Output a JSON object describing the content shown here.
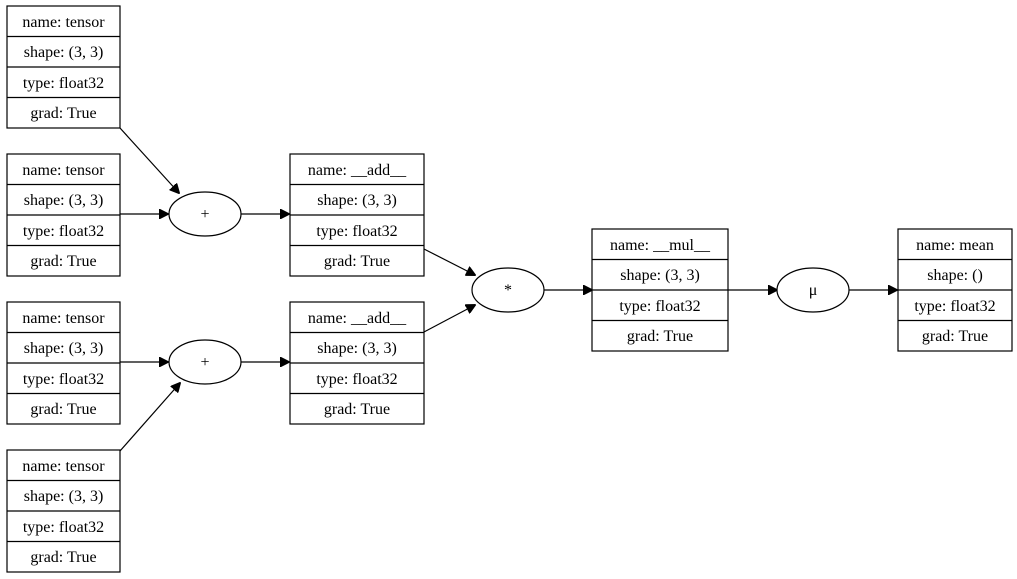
{
  "tensors": [
    {
      "name": "name: tensor",
      "shape": "shape: (3, 3)",
      "type": "type: float32",
      "grad": "grad: True"
    },
    {
      "name": "name: tensor",
      "shape": "shape: (3, 3)",
      "type": "type: float32",
      "grad": "grad: True"
    },
    {
      "name": "name: tensor",
      "shape": "shape: (3, 3)",
      "type": "type: float32",
      "grad": "grad: True"
    },
    {
      "name": "name: tensor",
      "shape": "shape: (3, 3)",
      "type": "type: float32",
      "grad": "grad: True"
    }
  ],
  "add_results": [
    {
      "name": "name: __add__",
      "shape": "shape: (3, 3)",
      "type": "type: float32",
      "grad": "grad: True"
    },
    {
      "name": "name: __add__",
      "shape": "shape: (3, 3)",
      "type": "type: float32",
      "grad": "grad: True"
    }
  ],
  "mul_result": {
    "name": "name: __mul__",
    "shape": "shape: (3, 3)",
    "type": "type: float32",
    "grad": "grad: True"
  },
  "mean_result": {
    "name": "name: mean",
    "shape": "shape: ()",
    "type": "type: float32",
    "grad": "grad: True"
  },
  "operations": {
    "add_top": "+",
    "add_bottom": "+",
    "mul": "*",
    "mean": "μ"
  }
}
